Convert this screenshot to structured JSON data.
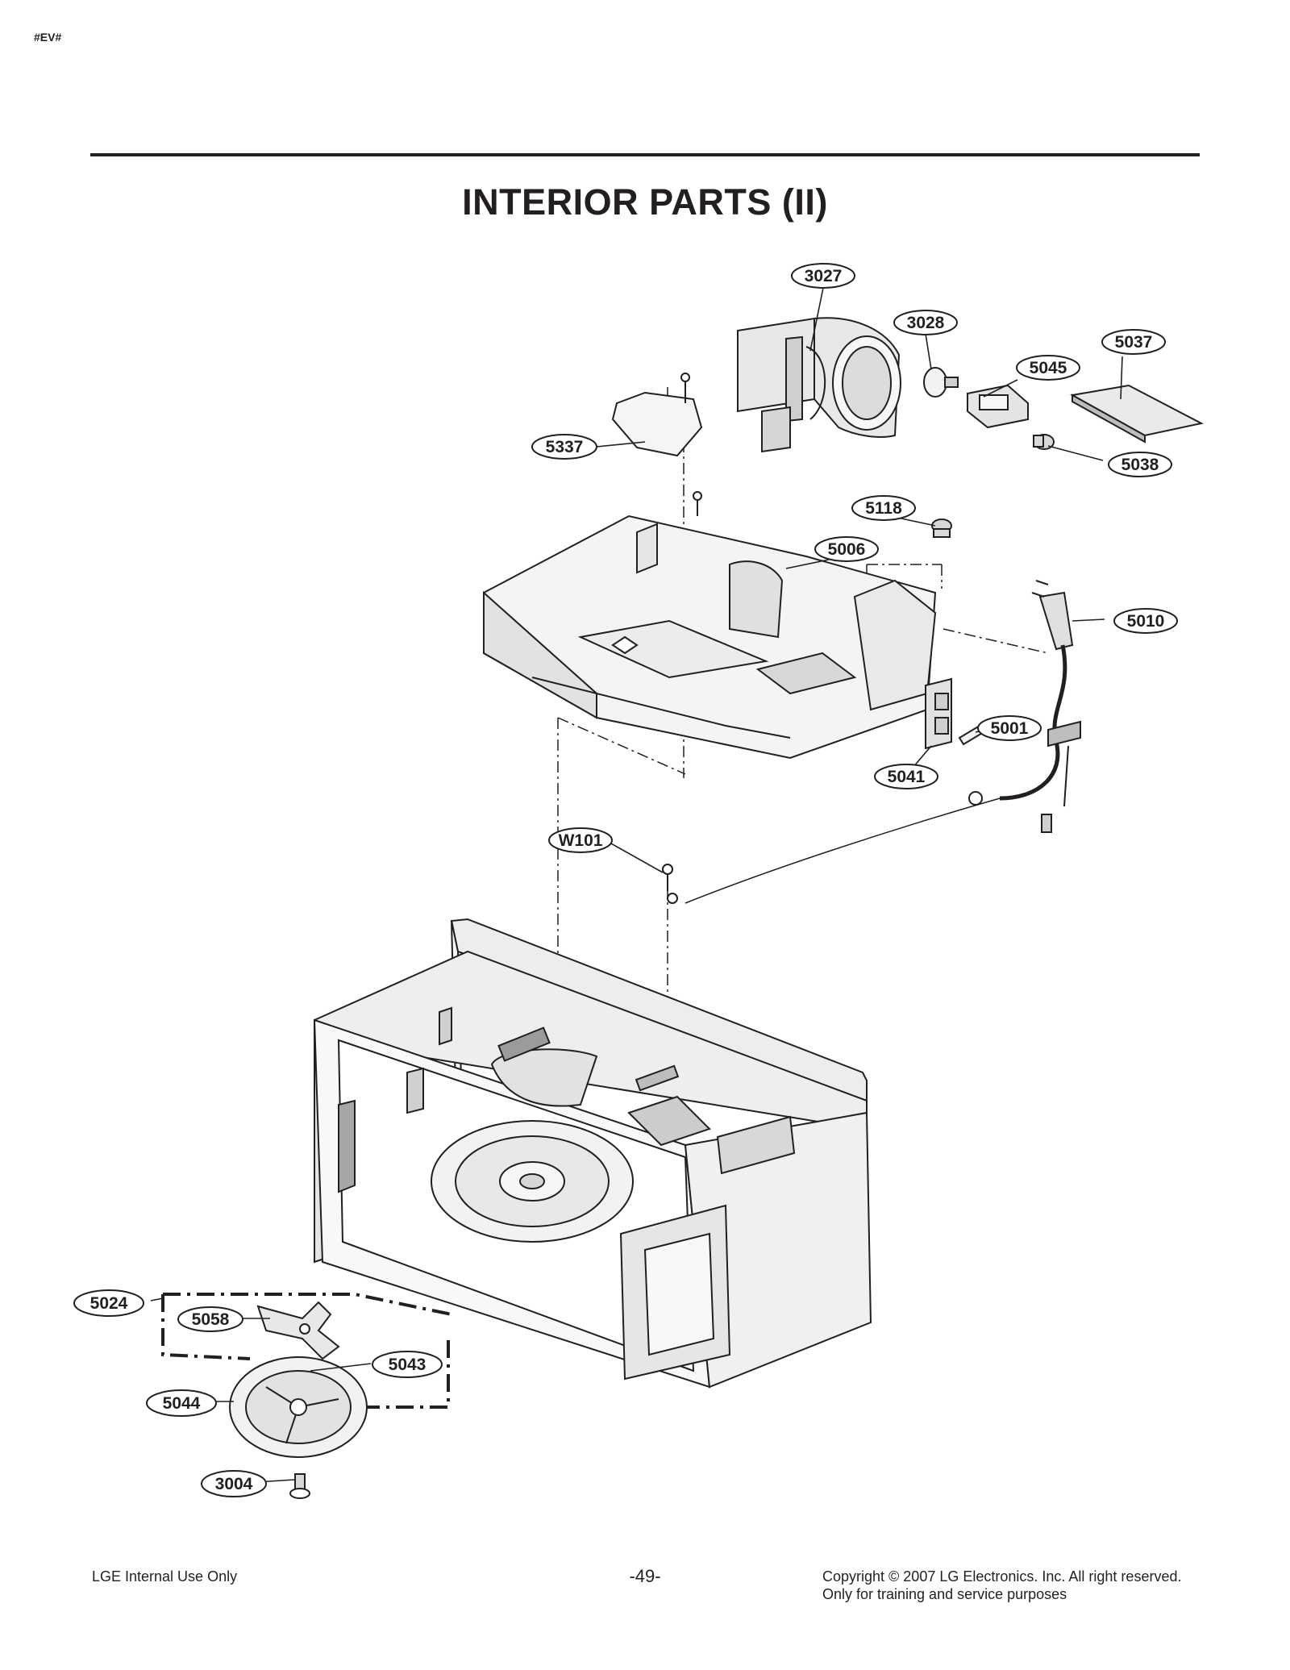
{
  "header": {
    "tag": "#EV#",
    "title": "INTERIOR PARTS (II)"
  },
  "callouts": [
    {
      "id": "c3027",
      "text": "3027"
    },
    {
      "id": "c3028",
      "text": "3028"
    },
    {
      "id": "c5037",
      "text": "5037"
    },
    {
      "id": "c5045",
      "text": "5045"
    },
    {
      "id": "c5337",
      "text": "5337"
    },
    {
      "id": "c5038",
      "text": "5038"
    },
    {
      "id": "c5118",
      "text": "5118"
    },
    {
      "id": "c5006",
      "text": "5006"
    },
    {
      "id": "c5010",
      "text": "5010"
    },
    {
      "id": "c5001",
      "text": "5001"
    },
    {
      "id": "c5041",
      "text": "5041"
    },
    {
      "id": "cW101",
      "text": "W101"
    },
    {
      "id": "c5024",
      "text": "5024"
    },
    {
      "id": "c5058",
      "text": "5058"
    },
    {
      "id": "c5043",
      "text": "5043"
    },
    {
      "id": "c5044",
      "text": "5044"
    },
    {
      "id": "c3004",
      "text": "3004"
    }
  ],
  "footer": {
    "left": "LGE Internal Use Only",
    "page": "-49-",
    "copyright_line1": "Copyright © 2007 LG Electronics. Inc. All right reserved.",
    "copyright_line2": "Only for training and service purposes"
  }
}
